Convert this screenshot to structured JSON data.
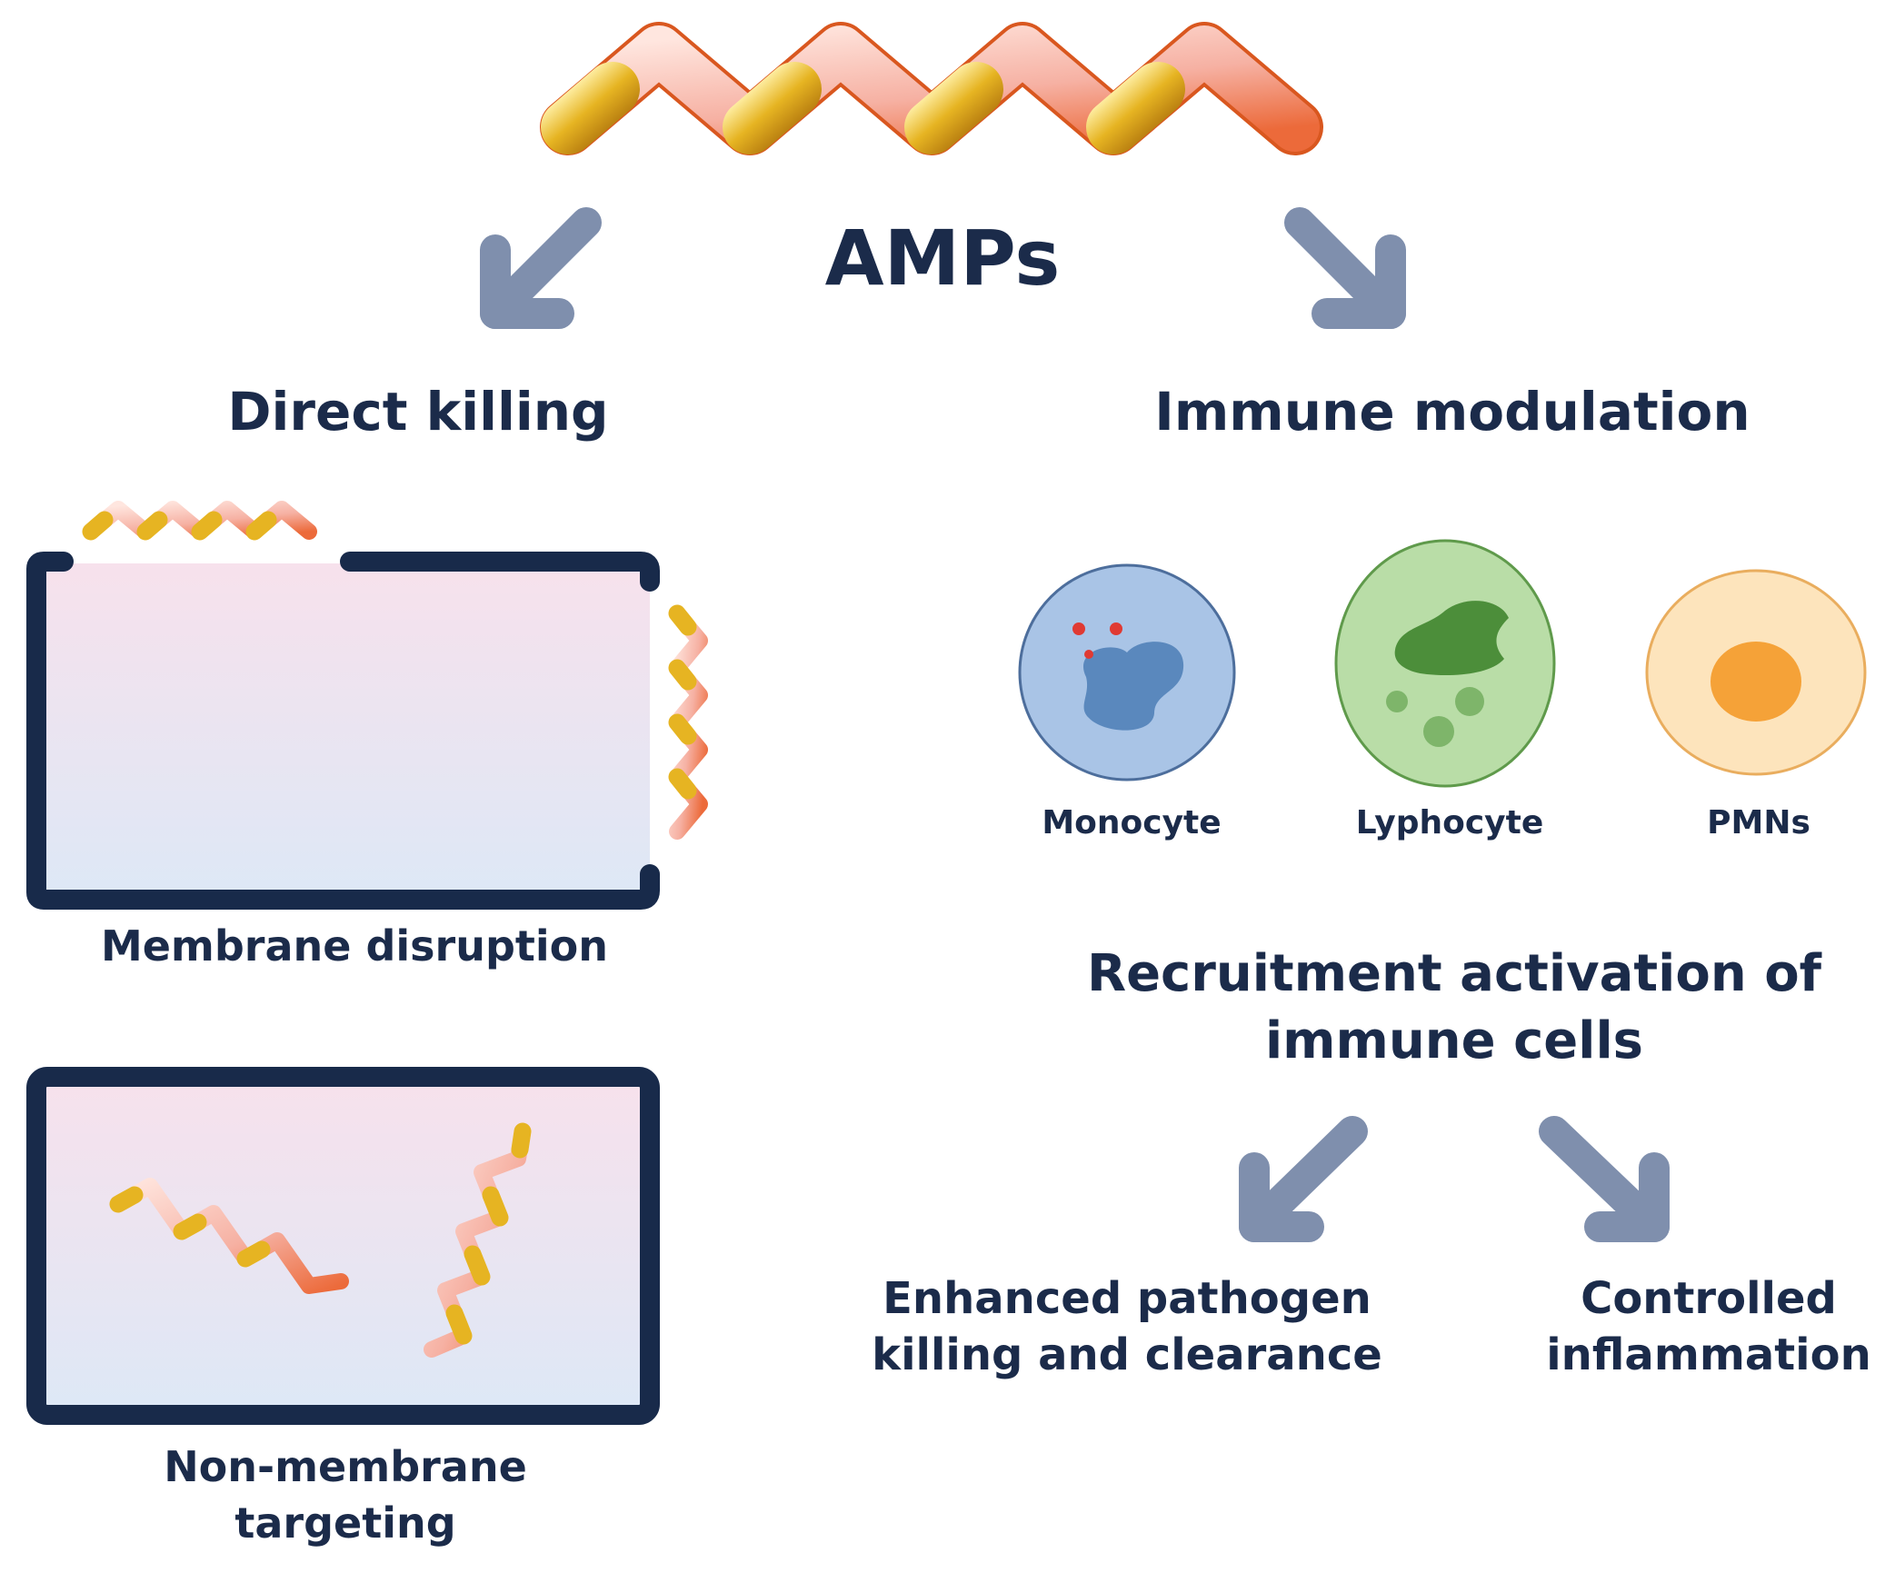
{
  "title": "AMPs",
  "left_branch": {
    "heading": "Direct killing",
    "mechanisms": [
      {
        "label": "Membrane disruption"
      },
      {
        "label": "Non-membrane targeting"
      }
    ]
  },
  "right_branch": {
    "heading": "Immune modulation",
    "cells": [
      {
        "label": "Monocyte",
        "icon": "monocyte-cell-icon",
        "fill": "#a9c4e6",
        "stroke": "#4d6e9c"
      },
      {
        "label": "Lyphocyte",
        "icon": "lymphocyte-cell-icon",
        "fill": "#b9dda7",
        "stroke": "#5f9a4b"
      },
      {
        "label": "PMNs",
        "icon": "pmn-cell-icon",
        "fill": "#fde4bc",
        "stroke": "#e9ad5e"
      }
    ],
    "recruitment": "Recruitment activation of immune cells",
    "outcomes": [
      {
        "label": "Enhanced pathogen killing and clearance"
      },
      {
        "label": "Controlled inflammation"
      }
    ]
  },
  "colors": {
    "text": "#1b2b4a",
    "arrow": "#7f8fad",
    "cell_border": "#182a4a",
    "peptide_yellow": "#e6b422",
    "peptide_pink": "#f6b1a3"
  }
}
